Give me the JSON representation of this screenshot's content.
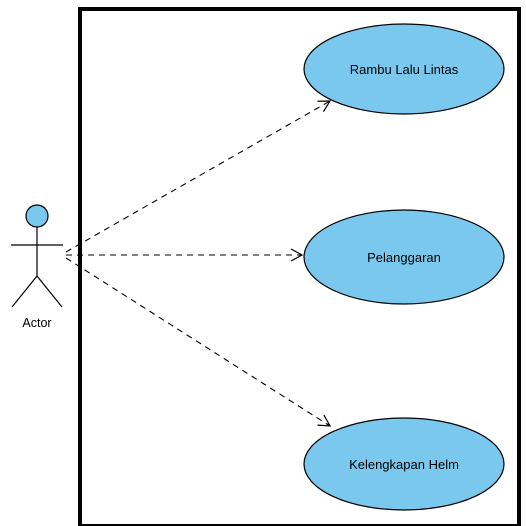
{
  "diagram": {
    "type": "use-case",
    "actor": {
      "name": "Actor"
    },
    "use_cases": [
      {
        "id": "uc1",
        "label": "Rambu Lalu Lintas"
      },
      {
        "id": "uc2",
        "label": "Pelanggaran"
      },
      {
        "id": "uc3",
        "label": "Kelengkapan Helm"
      }
    ],
    "associations": [
      {
        "from": "actor",
        "to": "uc1",
        "style": "dashed-arrow"
      },
      {
        "from": "actor",
        "to": "uc2",
        "style": "dashed-arrow"
      },
      {
        "from": "actor",
        "to": "uc3",
        "style": "dashed-arrow"
      }
    ],
    "colors": {
      "use_case_fill": "#7BC8EE",
      "actor_head_fill": "#7BC8EE",
      "stroke": "#000000",
      "boundary": "#000000"
    }
  }
}
